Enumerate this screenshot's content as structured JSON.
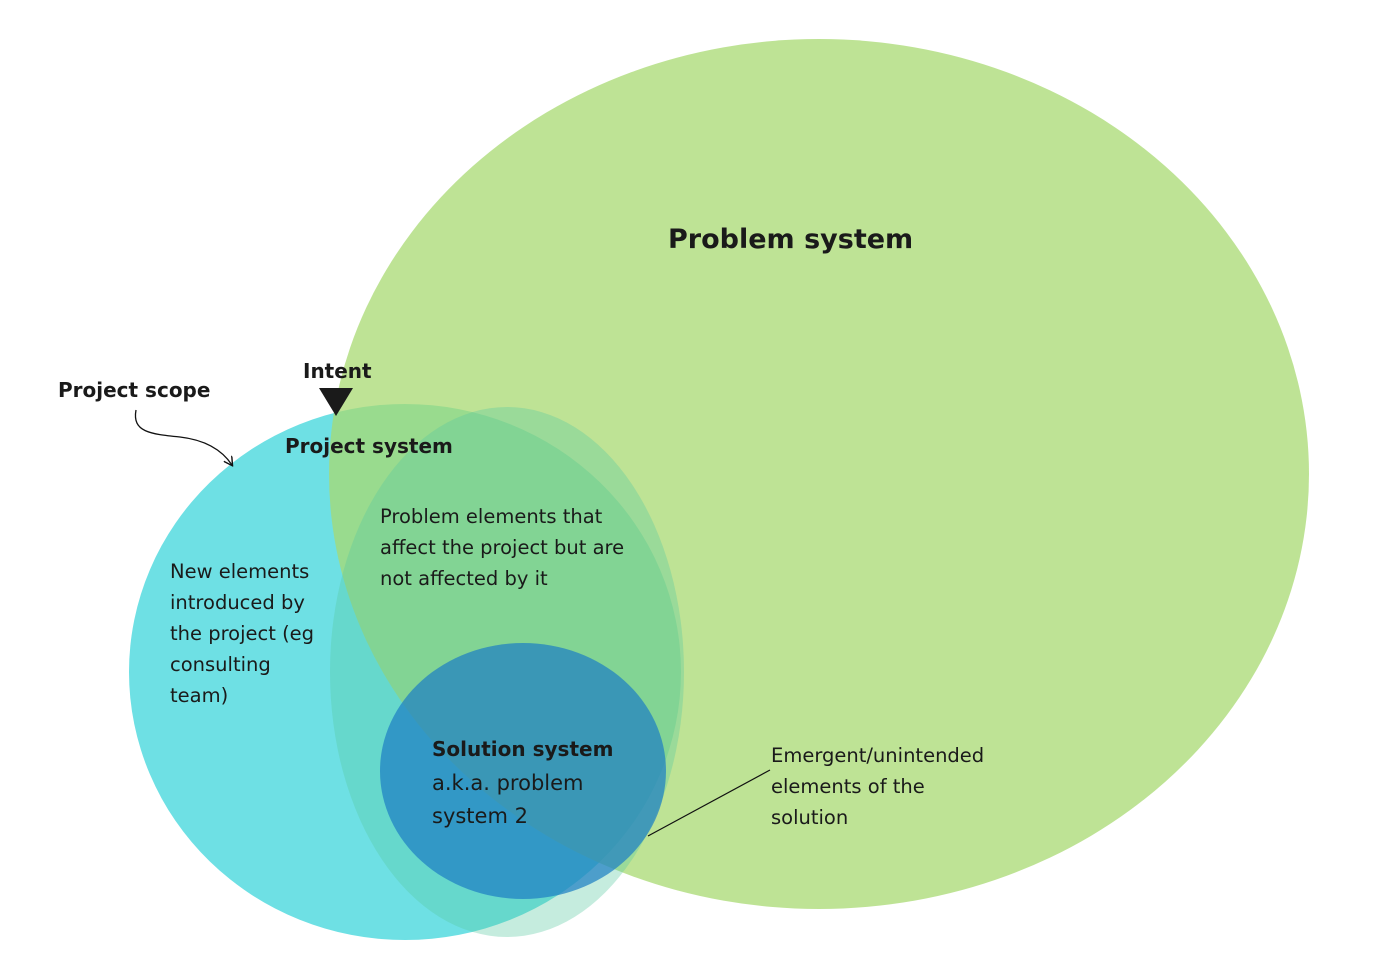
{
  "diagram": {
    "problem_system": {
      "title": "Problem system",
      "color": "#bde293"
    },
    "project_scope": {
      "title": "Project scope",
      "color": "#6ee0e4"
    },
    "intent": {
      "title": "Intent"
    },
    "project_system": {
      "title": "Project system",
      "color": "#85d585"
    },
    "problem_elements": {
      "lines": [
        "Problem elements that",
        "affect the project but are",
        "not affected by it"
      ]
    },
    "new_elements": {
      "lines": [
        "New elements",
        "introduced by",
        "the project (eg",
        "consulting",
        "team)"
      ]
    },
    "solution_system": {
      "title": "Solution system",
      "aka_lines": [
        "a.k.a. problem",
        "system 2"
      ],
      "color": "#2b96c8"
    },
    "emergent_elements": {
      "lines": [
        "Emergent/unintended",
        "elements of the",
        "solution"
      ]
    }
  }
}
